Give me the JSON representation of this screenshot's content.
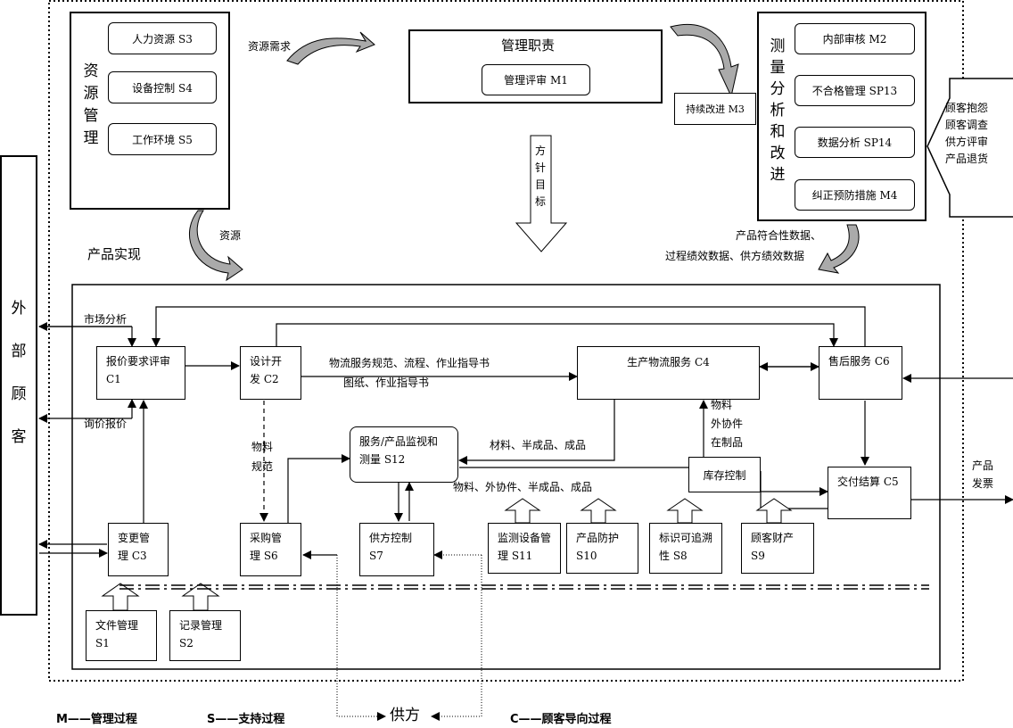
{
  "resource_mgmt": {
    "title": "资\n源\n管\n理",
    "items": [
      "人力资源 S3",
      "设备控制 S4",
      "工作环境 S5"
    ],
    "demand_label": "资源需求",
    "resource_label": "资源"
  },
  "mgmt_duty": {
    "title": "管理职责",
    "review": "管理评审 M1",
    "policy_label": "方\n针\n目\n标"
  },
  "continuous_improve": "持续改进 M3",
  "measure": {
    "title": "测\n量\n分\n析\n和\n改\n进",
    "items": [
      "内部审核 M2",
      "不合格管理  SP13",
      "数据分析 SP14",
      "纠正预防措施 M4"
    ],
    "inputs": "顾客抱怨\n顾客调查\n供方评审\n产品退货",
    "data_label_1": "产品符合性数据、",
    "data_label_2": "过程绩效数据、供方绩效数据"
  },
  "product_realization": "产品实现",
  "external_customer": "外\n部\n顾\n客",
  "labels": {
    "market_analysis": "市场分析",
    "inquiry": "询价报价",
    "logistics_spec_1": "物流服务规范、流程、作业指导书",
    "logistics_spec_2": "图纸、作业指导书",
    "material_spec": "物料\n规范",
    "materials_to_monitor": "材料、半成品、成品",
    "materials_wip": "物料、外协件、半成品、成品",
    "inventory_in": "物料\n外协件\n在制品",
    "product_invoice": "产品\n发票",
    "supplier": "供方"
  },
  "processes": {
    "quote_review": "报价要求评审 C1",
    "design_dev": "设计开发 C2",
    "production": "生产物流服务 C4",
    "after_sales": "售后服务 C6",
    "monitor": "服务/产品监视和测量 S12",
    "inventory": "库存控制",
    "delivery": "交付结算 C5",
    "change_mgmt": "变更管理 C3",
    "purchasing": "采购管理 S6",
    "supplier_ctrl": "供方控制 S7",
    "monitor_equip": "监测设备管理 S11",
    "product_protect": "产品防护 S10",
    "traceability": "标识可追溯性 S8",
    "customer_property": "顾客财产 S9",
    "doc_mgmt": "文件管理 S1",
    "record_mgmt": "记录管理 S2"
  },
  "legend": {
    "m": "M——管理过程",
    "s": "S——支持过程",
    "c": "C——顾客导向过程"
  }
}
